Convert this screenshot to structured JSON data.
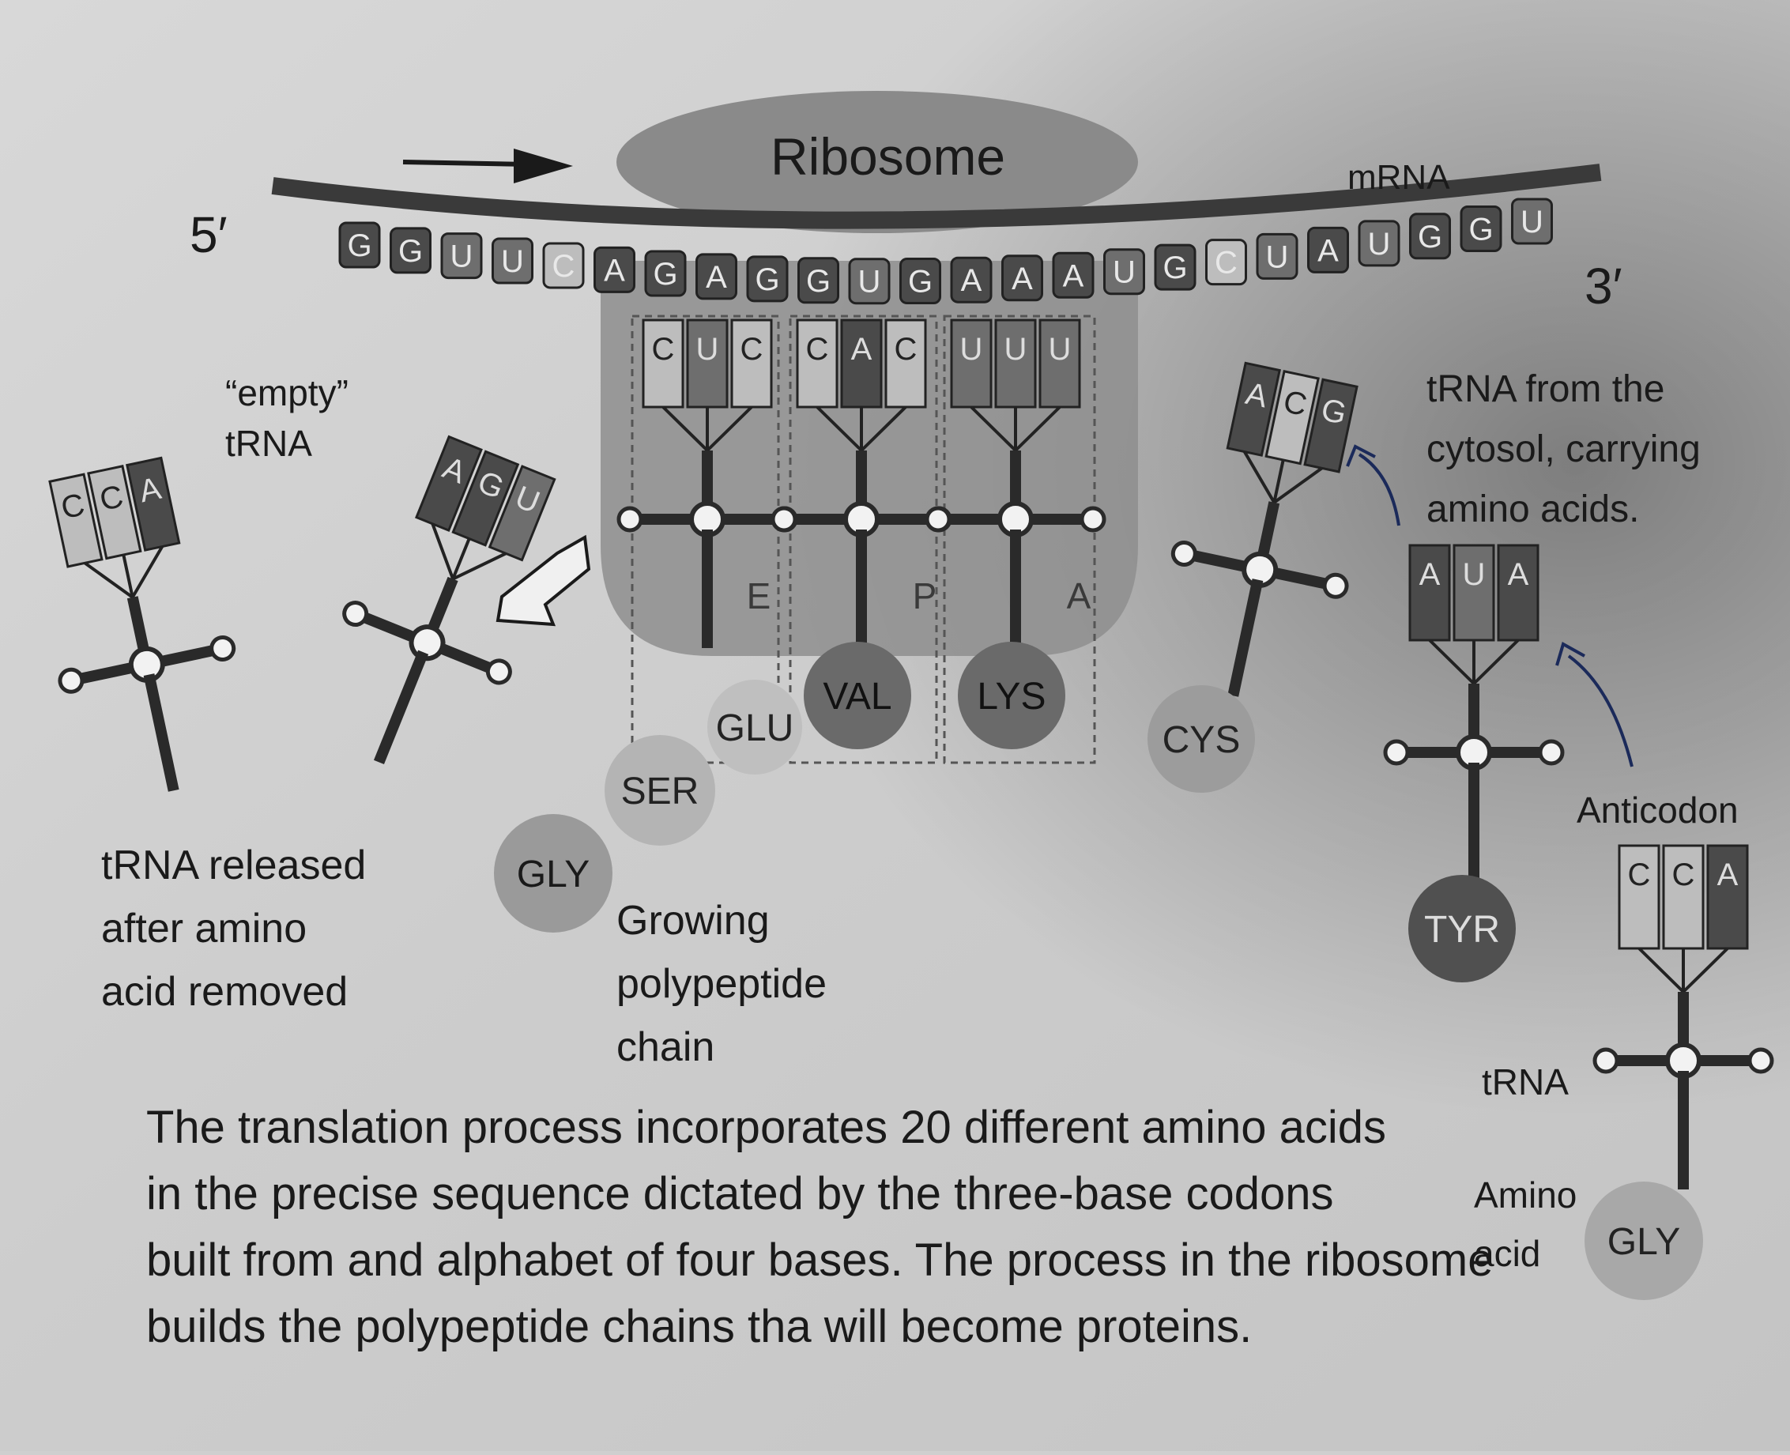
{
  "labels": {
    "ribosome": "Ribosome",
    "mrna": "mRNA",
    "five_prime": "5′",
    "three_prime": "3′",
    "empty_trna_line1": "“empty”",
    "empty_trna_line2": "tRNA",
    "released_line1": "tRNA released",
    "released_line2": "after amino",
    "released_line3": "acid removed",
    "growing_line1": "Growing",
    "growing_line2": "polypeptide",
    "growing_line3": "chain",
    "cytosol_line1": "tRNA from the",
    "cytosol_line2": "cytosol, carrying",
    "cytosol_line3": "amino acids.",
    "anticodon": "Anticodon",
    "trna": "tRNA",
    "amino_line1": "Amino",
    "amino_line2": "acid"
  },
  "mrna_bases": [
    "G",
    "G",
    "U",
    "U",
    "C",
    "A",
    "G",
    "A",
    "G",
    "G",
    "U",
    "G",
    "A",
    "A",
    "A",
    "U",
    "G",
    "C",
    "U",
    "A",
    "U",
    "G",
    "G",
    "U"
  ],
  "sites": [
    "E",
    "P",
    "A"
  ],
  "anticodons": {
    "far_left": [
      "C",
      "C",
      "A"
    ],
    "empty": [
      "A",
      "G",
      "U"
    ],
    "e_site": [
      "C",
      "U",
      "C"
    ],
    "p_site": [
      "C",
      "A",
      "C"
    ],
    "a_site": [
      "U",
      "U",
      "U"
    ],
    "incoming_cys": [
      "A",
      "C",
      "G"
    ],
    "incoming_tyr": [
      "A",
      "U",
      "A"
    ],
    "legend_trna": [
      "C",
      "C",
      "A"
    ]
  },
  "amino_acids": {
    "val": "VAL",
    "lys": "LYS",
    "cys": "CYS",
    "glu": "GLU",
    "ser": "SER",
    "gly_chain": "GLY",
    "tyr": "TYR",
    "gly_legend": "GLY"
  },
  "caption": [
    "The translation process incorporates 20 different amino acids",
    "in the precise sequence dictated by the three-base codons",
    "built from and alphabet of four bases. The process in the ribosome",
    "builds the polypeptide chains tha will become proteins."
  ],
  "colors": {
    "dark_base": "#4a4a4a",
    "medium_base": "#6e6e6e",
    "light_base": "#bdbdbd",
    "ribosome": "#8a8a8a",
    "ink": "#1a1a1a"
  }
}
